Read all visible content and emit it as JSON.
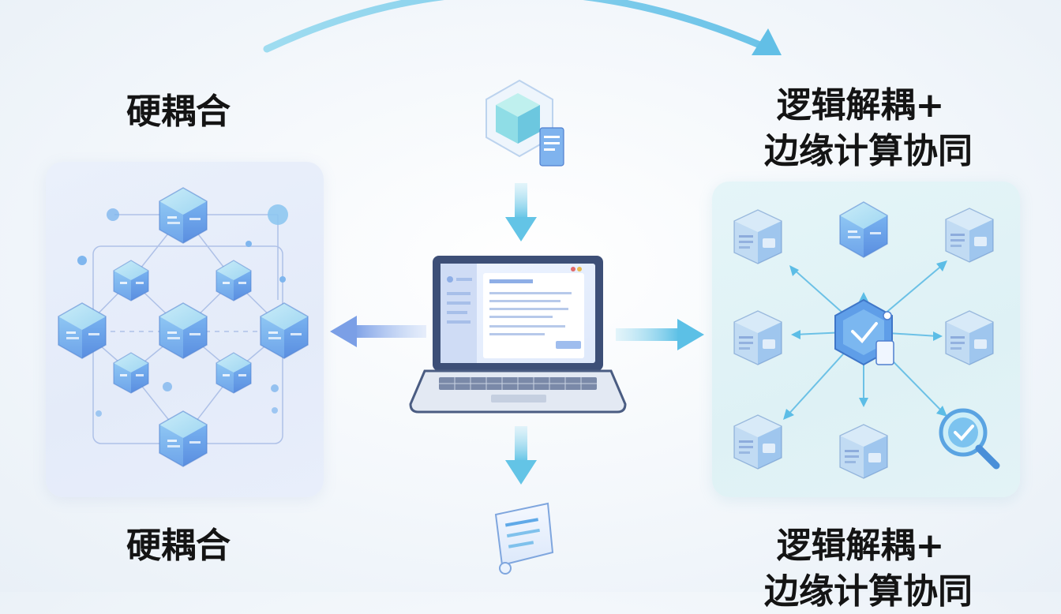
{
  "labels": {
    "left_top": "硬耦合",
    "left_bottom": "硬耦合",
    "right_top_line1": "逻辑解耦+",
    "right_top_line2": "边缘计算协同",
    "right_bottom_line1": "逻辑解耦+",
    "right_bottom_line2": "边缘计算协同"
  },
  "colors": {
    "cube_blue": "#6aa6ee",
    "cube_cyan": "#7fd6e8",
    "arrow_blue": "#7fa8e8",
    "arrow_cyan": "#6cc8e6",
    "laptop_frame": "#3d4f77"
  },
  "icons": [
    "hexagon-cube-icon",
    "laptop-icon",
    "document-scroll-icon",
    "magnifier-check-icon",
    "server-module-icon"
  ]
}
